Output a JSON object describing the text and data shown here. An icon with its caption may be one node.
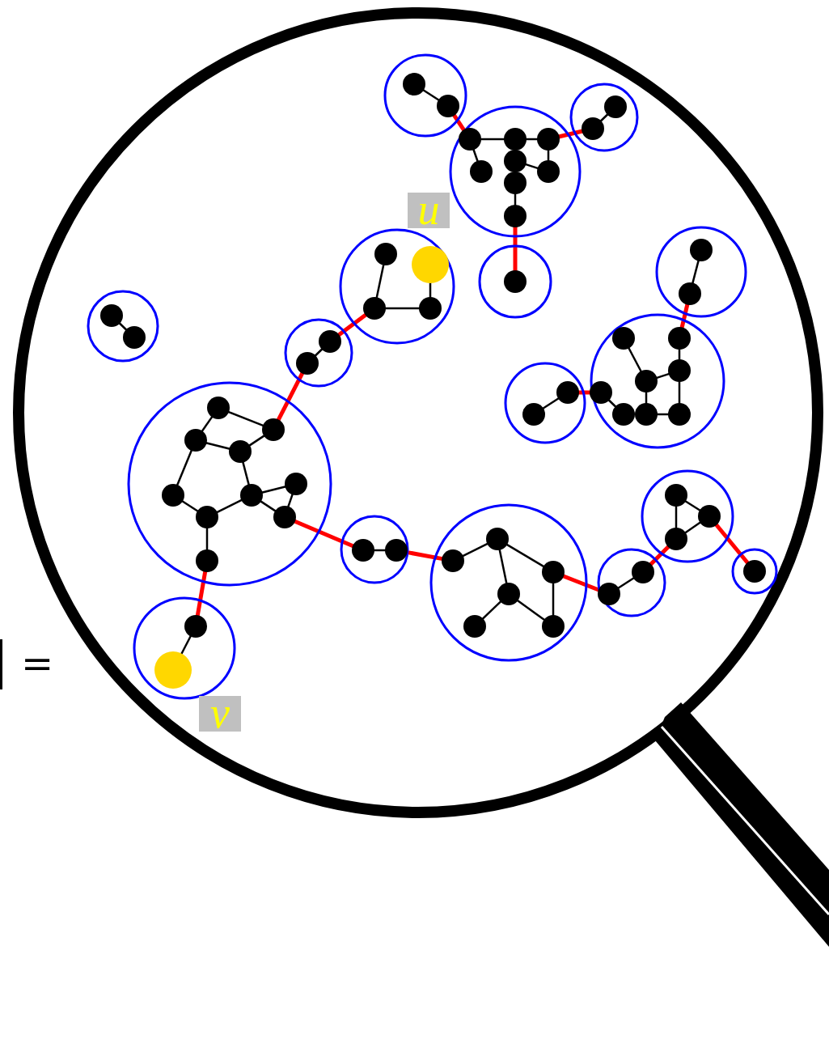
{
  "diagram": {
    "nodes": [
      {
        "text": [],
        "shape": "circle"
      },
      {
        "text": [],
        "shape": "circle",
        "in": 0
      },
      {
        "text": [],
        "shape": "circle",
        "in": 0
      },
      {
        "text": [],
        "shape": "circle"
      },
      {
        "text": [],
        "shape": "circle",
        "in": 3
      },
      {
        "text": [],
        "shape": "circle",
        "in": 3
      },
      {
        "text": [],
        "shape": "circle",
        "in": 3
      },
      {
        "text": [],
        "shape": "circle",
        "in": 3
      },
      {
        "text": [],
        "shape": "circle",
        "in": 3
      },
      {
        "text": [],
        "shape": "circle",
        "in": 3
      },
      {
        "text": [],
        "shape": "circle",
        "in": 3
      },
      {
        "text": [],
        "shape": "circle",
        "in": 3
      },
      {
        "text": [],
        "shape": "circle"
      },
      {
        "text": [],
        "shape": "circle",
        "in": 12
      },
      {
        "text": [],
        "shape": "circle",
        "in": 12
      },
      {
        "text": [],
        "shape": "circle"
      },
      {
        "text": [],
        "shape": "circle",
        "in": 15
      },
      {
        "text": [],
        "shape": "circle"
      },
      {
        "text": [],
        "shape": "circle",
        "in": 17
      },
      {
        "text": [],
        "shape": "circle",
        "in": 17,
        "beside": [
          "u"
        ]
      },
      {
        "text": [],
        "shape": "circle",
        "in": 17
      },
      {
        "text": [],
        "shape": "circle",
        "in": 17
      },
      {
        "text": [],
        "shape": "circle"
      },
      {
        "text": [],
        "shape": "circle",
        "in": 22
      },
      {
        "text": [],
        "shape": "circle",
        "in": 22
      },
      {
        "text": [],
        "shape": "circle"
      },
      {
        "text": [],
        "shape": "circle",
        "in": 25
      },
      {
        "text": [],
        "shape": "circle",
        "in": 25
      },
      {
        "text": [],
        "shape": "circle"
      },
      {
        "text": [],
        "shape": "circle",
        "in": 28
      },
      {
        "text": [],
        "shape": "circle",
        "in": 28
      },
      {
        "text": [],
        "shape": "circle",
        "in": 28
      },
      {
        "text": [],
        "shape": "circle",
        "in": 28
      },
      {
        "text": [],
        "shape": "circle",
        "in": 28
      },
      {
        "text": [],
        "shape": "circle",
        "in": 28
      },
      {
        "text": [],
        "shape": "circle",
        "in": 28
      },
      {
        "text": [],
        "shape": "circle",
        "in": 28
      },
      {
        "text": [],
        "shape": "circle",
        "in": 28
      },
      {
        "text": [],
        "shape": "circle",
        "in": 28
      },
      {
        "text": [],
        "shape": "circle"
      },
      {
        "text": [],
        "shape": "circle",
        "in": 39
      },
      {
        "text": [],
        "shape": "circle",
        "in": 39,
        "beside": [
          "v"
        ]
      },
      {
        "text": [],
        "shape": "circle"
      },
      {
        "text": [],
        "shape": "circle",
        "in": 42
      },
      {
        "text": [],
        "shape": "circle",
        "in": 42
      },
      {
        "text": [],
        "shape": "circle"
      },
      {
        "text": [],
        "shape": "circle",
        "in": 45
      },
      {
        "text": [],
        "shape": "circle",
        "in": 45
      },
      {
        "text": [],
        "shape": "circle",
        "in": 45
      },
      {
        "text": [],
        "shape": "circle",
        "in": 45
      },
      {
        "text": [],
        "shape": "circle",
        "in": 45
      },
      {
        "text": [],
        "shape": "circle",
        "in": 45
      },
      {
        "text": [],
        "shape": "circle"
      },
      {
        "text": [],
        "shape": "circle",
        "in": 52
      },
      {
        "text": [],
        "shape": "circle",
        "in": 52
      },
      {
        "text": [],
        "shape": "circle"
      },
      {
        "text": [],
        "shape": "circle",
        "in": 55
      },
      {
        "text": [],
        "shape": "circle",
        "in": 55
      },
      {
        "text": [],
        "shape": "circle",
        "in": 55
      },
      {
        "text": [],
        "shape": "circle"
      },
      {
        "text": [],
        "shape": "circle",
        "in": 59
      },
      {
        "text": [],
        "shape": "circle"
      },
      {
        "text": [],
        "shape": "circle",
        "in": 61
      },
      {
        "text": [],
        "shape": "circle",
        "in": 61
      },
      {
        "text": [],
        "shape": "circle"
      },
      {
        "text": [],
        "shape": "circle",
        "in": 64
      },
      {
        "text": [],
        "shape": "circle",
        "in": 64
      },
      {
        "text": [],
        "shape": "circle",
        "in": 64
      },
      {
        "text": [],
        "shape": "circle",
        "in": 64
      },
      {
        "text": [],
        "shape": "circle",
        "in": 64
      },
      {
        "text": [],
        "shape": "circle",
        "in": 64
      },
      {
        "text": [],
        "shape": "circle",
        "in": 64
      },
      {
        "text": [],
        "shape": "circle",
        "in": 64
      },
      {
        "text": [],
        "shape": "circle"
      },
      {
        "text": [],
        "shape": "circle",
        "in": 73
      },
      {
        "text": [],
        "shape": "circle",
        "in": 73
      }
    ],
    "edges": [
      {
        "from": 1,
        "to": 2,
        "arrow": "none"
      },
      {
        "from": 4,
        "to": 5,
        "arrow": "none"
      },
      {
        "from": 5,
        "to": 6,
        "arrow": "none"
      },
      {
        "from": 4,
        "to": 7,
        "arrow": "none"
      },
      {
        "from": 6,
        "to": 9,
        "arrow": "none"
      },
      {
        "from": 8,
        "to": 9,
        "arrow": "none"
      },
      {
        "from": 10,
        "to": 11,
        "arrow": "none"
      },
      {
        "from": 13,
        "to": 14,
        "arrow": "none"
      },
      {
        "from": 18,
        "to": 20,
        "arrow": "none"
      },
      {
        "from": 20,
        "to": 21,
        "arrow": "none"
      },
      {
        "from": 19,
        "to": 21,
        "arrow": "none"
      },
      {
        "from": 23,
        "to": 24,
        "arrow": "none"
      },
      {
        "from": 26,
        "to": 27,
        "arrow": "none"
      },
      {
        "from": 29,
        "to": 30,
        "arrow": "none"
      },
      {
        "from": 29,
        "to": 31,
        "arrow": "none"
      },
      {
        "from": 30,
        "to": 32,
        "arrow": "none"
      },
      {
        "from": 31,
        "to": 32,
        "arrow": "none"
      },
      {
        "from": 30,
        "to": 33,
        "arrow": "none"
      },
      {
        "from": 32,
        "to": 34,
        "arrow": "none"
      },
      {
        "from": 33,
        "to": 36,
        "arrow": "none"
      },
      {
        "from": 34,
        "to": 36,
        "arrow": "none"
      },
      {
        "from": 34,
        "to": 35,
        "arrow": "none"
      },
      {
        "from": 34,
        "to": 37,
        "arrow": "none"
      },
      {
        "from": 35,
        "to": 37,
        "arrow": "none"
      },
      {
        "from": 36,
        "to": 38,
        "arrow": "none"
      },
      {
        "from": 40,
        "to": 41,
        "arrow": "none"
      },
      {
        "from": 43,
        "to": 44,
        "arrow": "none"
      },
      {
        "from": 46,
        "to": 47,
        "arrow": "none"
      },
      {
        "from": 47,
        "to": 48,
        "arrow": "none"
      },
      {
        "from": 47,
        "to": 49,
        "arrow": "none"
      },
      {
        "from": 48,
        "to": 51,
        "arrow": "none"
      },
      {
        "from": 49,
        "to": 51,
        "arrow": "none"
      },
      {
        "from": 49,
        "to": 50,
        "arrow": "none"
      },
      {
        "from": 53,
        "to": 54,
        "arrow": "none"
      },
      {
        "from": 56,
        "to": 57,
        "arrow": "none"
      },
      {
        "from": 56,
        "to": 58,
        "arrow": "none"
      },
      {
        "from": 57,
        "to": 58,
        "arrow": "none"
      },
      {
        "from": 62,
        "to": 63,
        "arrow": "none"
      },
      {
        "from": 65,
        "to": 67,
        "arrow": "none"
      },
      {
        "from": 67,
        "to": 68,
        "arrow": "none"
      },
      {
        "from": 66,
        "to": 68,
        "arrow": "none"
      },
      {
        "from": 68,
        "to": 72,
        "arrow": "none"
      },
      {
        "from": 67,
        "to": 71,
        "arrow": "none"
      },
      {
        "from": 69,
        "to": 70,
        "arrow": "none"
      },
      {
        "from": 71,
        "to": 72,
        "arrow": "none"
      },
      {
        "from": 74,
        "to": 75,
        "arrow": "none"
      },
      {
        "from": 2,
        "to": 4,
        "arrow": "none",
        "style": "thick",
        "color": "#ff0000"
      },
      {
        "from": 6,
        "to": 14,
        "arrow": "none",
        "style": "thick",
        "color": "#ff0000"
      },
      {
        "from": 11,
        "to": 16,
        "arrow": "none",
        "style": "thick",
        "color": "#ff0000"
      },
      {
        "from": 20,
        "to": 26,
        "arrow": "none",
        "style": "thick",
        "color": "#ff0000"
      },
      {
        "from": 27,
        "to": 31,
        "arrow": "none",
        "style": "thick",
        "color": "#ff0000"
      },
      {
        "from": 37,
        "to": 43,
        "arrow": "none",
        "style": "thick",
        "color": "#ff0000"
      },
      {
        "from": 38,
        "to": 40,
        "arrow": "none",
        "style": "thick",
        "color": "#ff0000"
      },
      {
        "from": 44,
        "to": 46,
        "arrow": "none",
        "style": "thick",
        "color": "#ff0000"
      },
      {
        "from": 48,
        "to": 53,
        "arrow": "none",
        "style": "thick",
        "color": "#ff0000"
      },
      {
        "from": 54,
        "to": 58,
        "arrow": "none",
        "style": "thick",
        "color": "#ff0000"
      },
      {
        "from": 57,
        "to": 60,
        "arrow": "none",
        "style": "thick",
        "color": "#ff0000"
      },
      {
        "from": 63,
        "to": 66,
        "arrow": "none",
        "style": "thick",
        "color": "#ff0000"
      },
      {
        "from": 69,
        "to": 75,
        "arrow": "none",
        "style": "thick",
        "color": "#ff0000"
      }
    ],
    "labels": [
      "="
    ]
  }
}
